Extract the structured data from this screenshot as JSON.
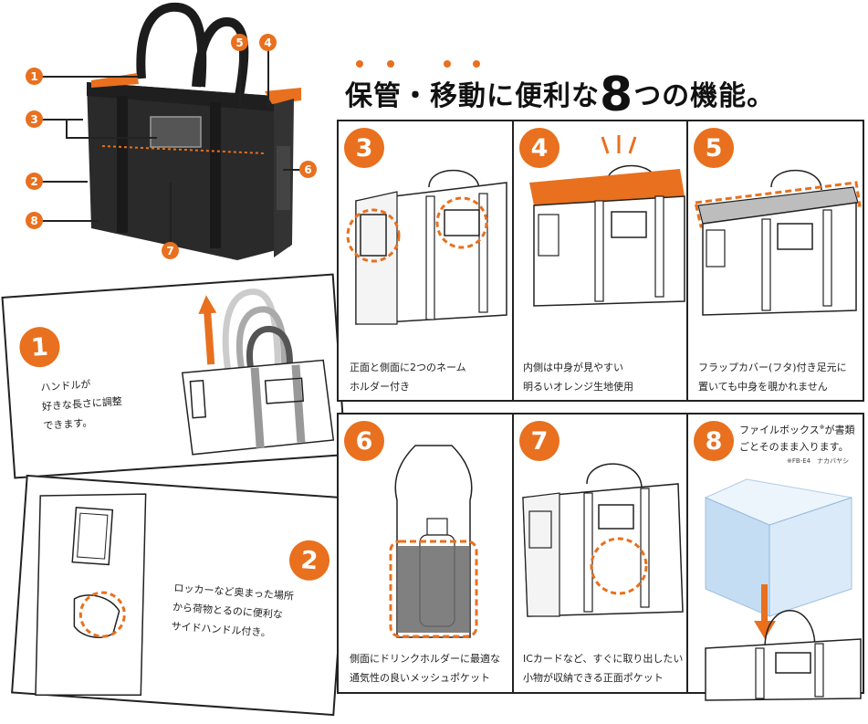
{
  "title": {
    "text_before": "保管・移動に便利な",
    "big": "8",
    "text_after": "つの機能。"
  },
  "photo_markers": [
    "1",
    "2",
    "3",
    "4",
    "5",
    "6",
    "7",
    "8"
  ],
  "features": [
    {
      "number": "1",
      "lines": [
        "ハンドルが",
        "好きな長さに調整",
        "できます。"
      ]
    },
    {
      "number": "2",
      "lines": [
        "ロッカーなど奥まった場所",
        "から荷物とるのに便利な",
        "サイドハンドル付き。"
      ]
    },
    {
      "number": "3",
      "lines": [
        "正面と側面に2つのネーム",
        "ホルダー付き"
      ]
    },
    {
      "number": "4",
      "lines": [
        "内側は中身が見やすい",
        "明るいオレンジ生地使用"
      ]
    },
    {
      "number": "5",
      "lines": [
        "フラップカバー(フタ)付き足元に",
        "置いても中身を覗かれません"
      ]
    },
    {
      "number": "6",
      "lines": [
        "側面にドリンクホルダーに最適な",
        "通気性の良いメッシュポケット"
      ]
    },
    {
      "number": "7",
      "lines": [
        "ICカードなど、すぐに取り出したい",
        "小物が収納できる正面ポケット"
      ]
    },
    {
      "number": "8",
      "lines": [
        "ファイルボックス",
        "ごとそのまま入ります。"
      ],
      "superscript": "※",
      "asterisk": "が書類",
      "note": "※FB-E4　ナカバヤシ"
    }
  ],
  "colors": {
    "accent": "#e8701e",
    "bag": "#2a2a2a",
    "line": "#222222",
    "box": "#bcd8f0"
  }
}
